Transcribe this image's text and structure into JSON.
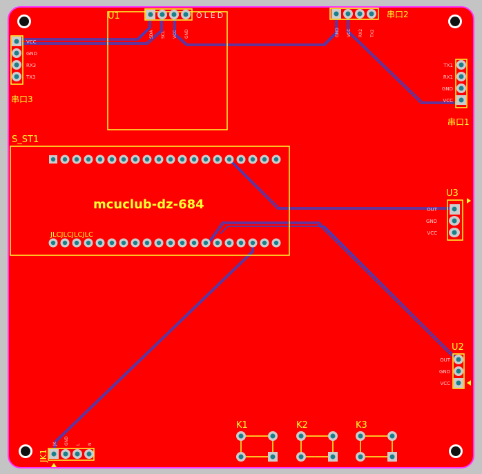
{
  "board": {
    "colors": {
      "background": "#c4c4c4",
      "copper": "#ff0000",
      "outline": "#ff33ff",
      "silkscreen": "#ffff33",
      "trace": "#3333cc",
      "pad": "#cccccc",
      "hole": "#1a7f8a",
      "mount_hole": "#111111"
    },
    "project_label": "mcuclub-dz-684",
    "jlc_label": "JLCJLCJLCJLC"
  },
  "components": {
    "u1": {
      "ref": "U1",
      "name": "OLED",
      "pins": [
        "SDA",
        "SCL",
        "VCC",
        "GND"
      ]
    },
    "p2": {
      "ref": "串口2",
      "pins": [
        "GND",
        "VCC",
        "RX2",
        "TX2"
      ]
    },
    "p3": {
      "ref": "串口3",
      "pins": [
        "VCC",
        "GND",
        "RX3",
        "TX3"
      ]
    },
    "p1": {
      "ref": "串口1",
      "pins": [
        "TX1",
        "RX1",
        "GND",
        "VCC"
      ]
    },
    "mcu": {
      "ref": "S_ST1"
    },
    "u3": {
      "ref": "U3",
      "pins": [
        "OUT",
        "GND",
        "VCC"
      ]
    },
    "u2": {
      "ref": "U2",
      "pins": [
        "OUT",
        "GND",
        "VCC"
      ]
    },
    "jk1": {
      "ref": "JK1",
      "pins": [
        "JK",
        "GND",
        "L",
        "N"
      ]
    },
    "k1": {
      "ref": "K1"
    },
    "k2": {
      "ref": "K2"
    },
    "k3": {
      "ref": "K3"
    }
  }
}
